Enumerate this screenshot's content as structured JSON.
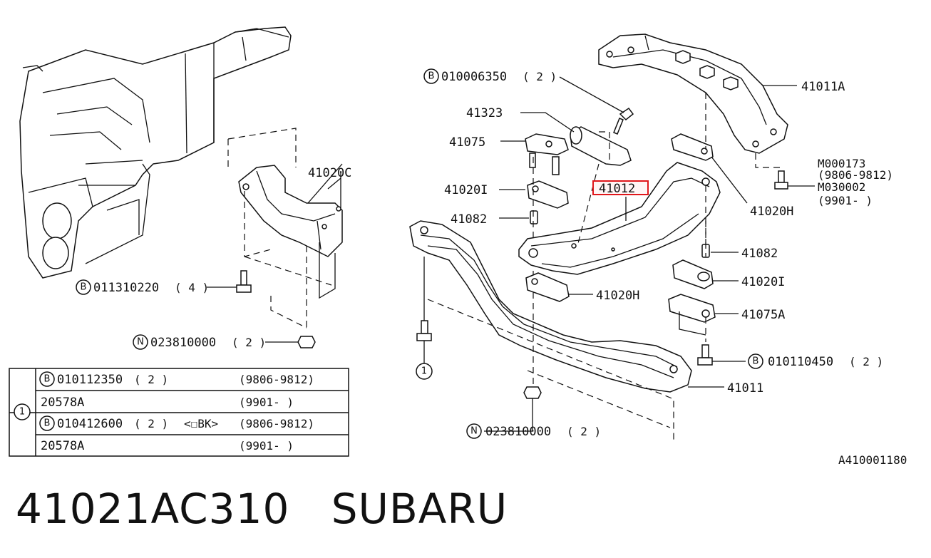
{
  "labels": {
    "b_010006350": "010006350",
    "b_010006350_qty": "( 2  )",
    "p41323": "41323",
    "p41075": "41075",
    "p41020I_left": "41020I",
    "p41012": "41012",
    "p41082_left": "41082",
    "p41011A": "41011A",
    "m000173": "M000173",
    "m000173_date": "(9806-9812)",
    "m030002": "M030002",
    "m030002_date": "(9901-     )",
    "p41020H_right": "41020H",
    "p41082_right": "41082",
    "p41020I_right": "41020I",
    "p41020H_mid": "41020H",
    "p41075A": "41075A",
    "b_010110450": "010110450",
    "b_010110450_qty": "( 2  )",
    "p41011": "41011",
    "n_023810000_right": "023810000",
    "n_023810000_right_qty": "( 2  )",
    "p41020C": "41020C",
    "b_011310220": "011310220",
    "b_011310220_qty": "( 4  )",
    "n_023810000_left": "023810000",
    "n_023810000_left_qty": "( 2  )",
    "ref_circle": "1",
    "diagram_code": "A410001180",
    "circle_b": "B",
    "circle_n": "N"
  },
  "table": {
    "ref": "1",
    "rows": [
      {
        "badge": "B",
        "part": "010112350",
        "qty": "( 2  )",
        "extra": "",
        "date": "(9806-9812)"
      },
      {
        "badge": "",
        "part": "20578A",
        "qty": "",
        "extra": "",
        "date": "(9901-     )"
      },
      {
        "badge": "B",
        "part": "010412600",
        "qty": "( 2  )",
        "extra": "<☐BK>",
        "date": "(9806-9812)"
      },
      {
        "badge": "",
        "part": "20578A",
        "qty": "",
        "extra": "",
        "date": "(9901-     )"
      }
    ]
  },
  "title": {
    "part_number": "41021AC310",
    "brand": "SUBARU"
  },
  "colors": {
    "highlight": "#e0161b",
    "ink": "#111111"
  }
}
